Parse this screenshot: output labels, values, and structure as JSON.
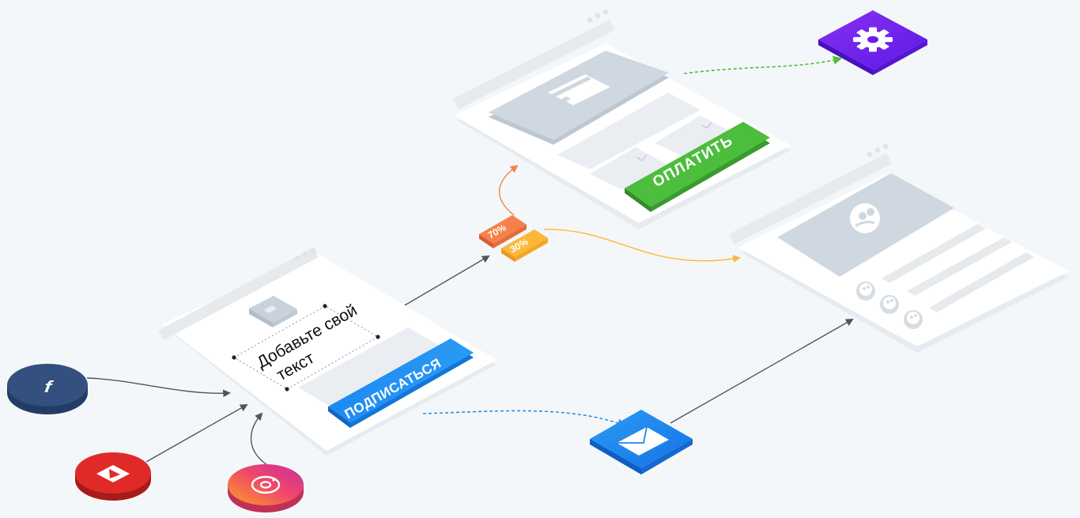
{
  "landing": {
    "headline": "Добавьте свой текст",
    "headline_line1": "Добавьте свой",
    "headline_line2": "текст",
    "button_label": "ПОДПИСАТЬСЯ"
  },
  "payment": {
    "button_label": "ОПЛАТИТЬ"
  },
  "split_test": {
    "variant_a": "70%",
    "variant_b": "30%"
  },
  "sources": {
    "facebook_letter": "f"
  },
  "colors": {
    "background": "#f4f7f9",
    "subscribe_blue": "#1e8bf3",
    "pay_green": "#4cbd3c",
    "settings_purple": "#6f1cf0",
    "email_blue": "#1d86f0",
    "facebook": "#33507e",
    "youtube": "#e02a2a",
    "instagram": "#f04466",
    "split_orange": "#f6804c",
    "split_yellow": "#fdb83a"
  },
  "icons": [
    "facebook-icon",
    "youtube-icon",
    "instagram-icon",
    "image-placeholder-icon",
    "credit-card-icon",
    "avatar-icon",
    "settings-gear-icon",
    "email-envelope-icon"
  ]
}
